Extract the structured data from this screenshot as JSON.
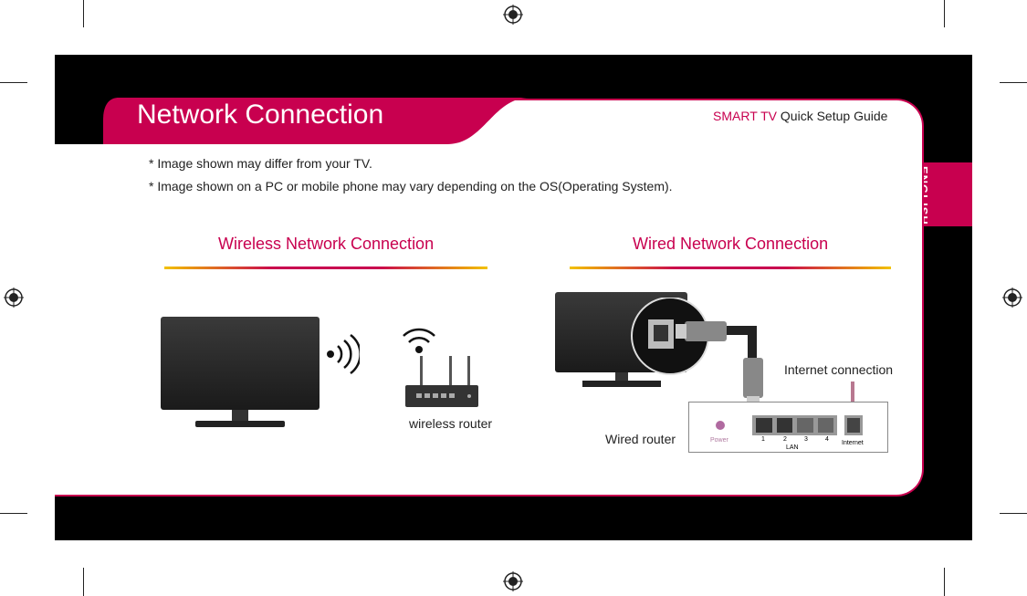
{
  "header": {
    "title": "Network Connection",
    "guide_brand": "SMART TV",
    "guide_label": "Quick Setup Guide"
  },
  "language_tab": "ENGLISH",
  "notes": [
    "* Image shown may differ from your TV.",
    "* Image shown on a PC or mobile phone may vary depending on the OS(Operating System)."
  ],
  "wireless": {
    "title": "Wireless Network Connection",
    "router_label": "wireless router"
  },
  "wired": {
    "title": "Wired Network Connection",
    "router_label": "Wired router",
    "internet_label": "Internet connection",
    "power": "Power",
    "ports": [
      "1",
      "2",
      "3",
      "4"
    ],
    "lan": "LAN",
    "internet_port": "Internet"
  },
  "colors": {
    "accent": "#c8004f"
  }
}
